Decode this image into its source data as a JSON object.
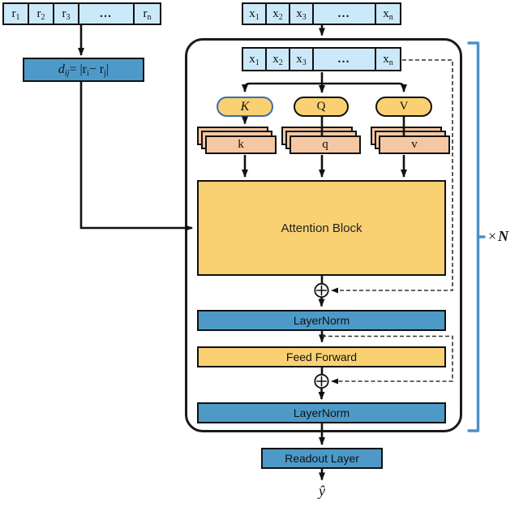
{
  "colors": {
    "cell_fill": "#cbe9f8",
    "primary_blue": "#4d9ac9",
    "accent_yellow": "#f9d173",
    "peach": "#f5c7a3",
    "k_oval_border_blue": "#3d6dae",
    "bracket_blue": "#4b90c8",
    "line_black": "#111111"
  },
  "rows": {
    "r_cells": [
      {
        "base": "r",
        "sub": "1"
      },
      {
        "base": "r",
        "sub": "2"
      },
      {
        "base": "r",
        "sub": "3"
      },
      {
        "base": "…",
        "sub": ""
      },
      {
        "base": "r",
        "sub": "n"
      }
    ],
    "x_cells": [
      {
        "base": "x",
        "sub": "1"
      },
      {
        "base": "x",
        "sub": "2"
      },
      {
        "base": "x",
        "sub": "3"
      },
      {
        "base": "…",
        "sub": ""
      },
      {
        "base": "x",
        "sub": "n"
      }
    ]
  },
  "formula": {
    "p1": "d",
    "p2": "ij",
    "p3": " = |r",
    "p4": "i",
    "p5": " − r",
    "p6": "j",
    "p7": "|"
  },
  "projections": {
    "K": "K",
    "Q": "Q",
    "V": "V",
    "k_small": "k",
    "q_small": "q",
    "v_small": "v"
  },
  "blocks": {
    "attention": "Attention Block",
    "layernorm1": "LayerNorm",
    "feed_forward": "Feed Forward",
    "layernorm2": "LayerNorm",
    "readout": "Readout Layer"
  },
  "symbols": {
    "output": "ŷ",
    "repeat_times": "×",
    "repeat_n": "N",
    "residual_add": "⊕"
  }
}
